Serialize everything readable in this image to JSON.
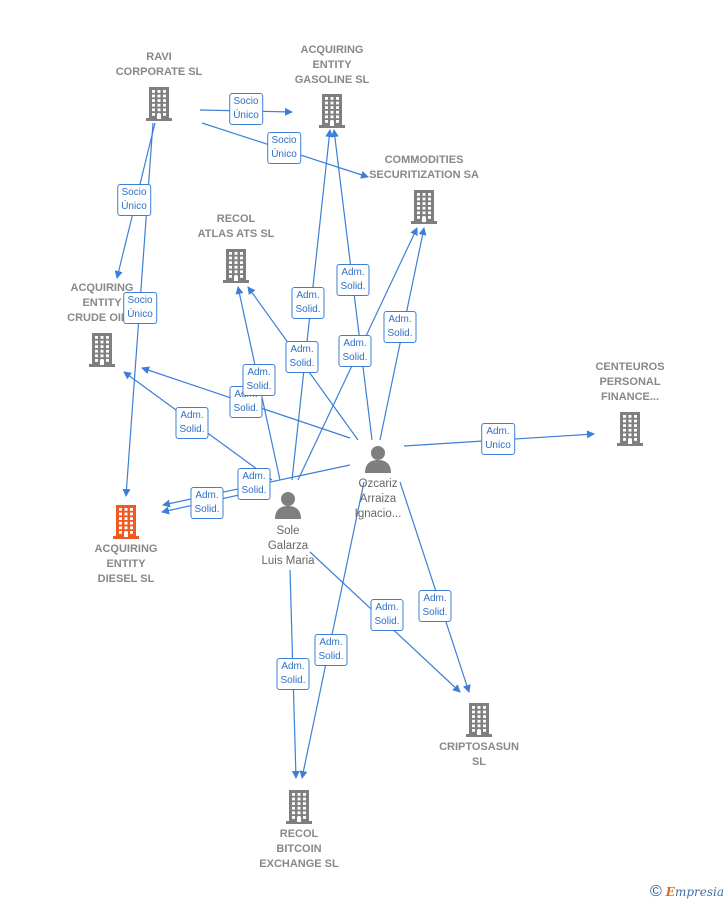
{
  "colors": {
    "edge": "#3d7fd6",
    "company": "#7f7f7f",
    "highlight": "#f05a22",
    "person": "#7f7f7f"
  },
  "nodes": [
    {
      "id": "ravi",
      "type": "company",
      "lines": [
        "RAVI",
        "CORPORATE SL"
      ]
    },
    {
      "id": "gasoline",
      "type": "company",
      "lines": [
        "ACQUIRING",
        "ENTITY",
        "GASOLINE  SL"
      ]
    },
    {
      "id": "commodities",
      "type": "company",
      "lines": [
        "COMMODITIES",
        "SECURITIZATION SA"
      ]
    },
    {
      "id": "recol_atlas",
      "type": "company",
      "lines": [
        "RECOL",
        "ATLAS ATS  SL"
      ]
    },
    {
      "id": "crude",
      "type": "company",
      "lines": [
        "ACQUIRING",
        "ENTITY",
        "CRUDE OIL..."
      ]
    },
    {
      "id": "centeuros",
      "type": "company",
      "lines": [
        "CENTEUROS",
        "PERSONAL",
        "FINANCE..."
      ]
    },
    {
      "id": "diesel",
      "type": "company-main",
      "lines": [
        "ACQUIRING",
        "ENTITY",
        "DIESEL  SL"
      ]
    },
    {
      "id": "ozcariz",
      "type": "person",
      "lines": [
        "Ozcariz",
        "Arraiza",
        "Ignacio..."
      ]
    },
    {
      "id": "sole",
      "type": "person",
      "lines": [
        "Sole",
        "Galarza",
        "Luis Maria"
      ]
    },
    {
      "id": "cripto",
      "type": "company",
      "lines": [
        "CRIPTOSASUN",
        "SL"
      ]
    },
    {
      "id": "bitcoin",
      "type": "company",
      "lines": [
        "RECOL",
        "BITCOIN",
        "EXCHANGE  SL"
      ]
    }
  ],
  "edges": [
    {
      "from": "ravi",
      "to": "gasoline",
      "label": [
        "Socio",
        "Único"
      ]
    },
    {
      "from": "ravi",
      "to": "commodities",
      "label": [
        "Socio",
        "Único"
      ]
    },
    {
      "from": "ravi",
      "to": "crude",
      "label": [
        "Socio",
        "Único"
      ]
    },
    {
      "from": "ravi",
      "to": "diesel",
      "label": [
        "Socio",
        "Único"
      ]
    },
    {
      "from": "ozcariz",
      "to": "gasoline",
      "label": [
        "Adm.",
        "Solid."
      ]
    },
    {
      "from": "ozcariz",
      "to": "commodities",
      "label": [
        "Adm.",
        "Solid."
      ]
    },
    {
      "from": "ozcariz",
      "to": "recol_atlas",
      "label": [
        "Adm.",
        "Solid."
      ]
    },
    {
      "from": "ozcariz",
      "to": "crude",
      "label": [
        "Adm.",
        "Solid."
      ]
    },
    {
      "from": "ozcariz",
      "to": "diesel",
      "label": [
        "Adm.",
        "Solid."
      ]
    },
    {
      "from": "ozcariz",
      "to": "centeuros",
      "label": [
        "Adm.",
        "Unico"
      ]
    },
    {
      "from": "ozcariz",
      "to": "cripto",
      "label": [
        "Adm.",
        "Solid."
      ]
    },
    {
      "from": "ozcariz",
      "to": "bitcoin",
      "label": [
        "Adm.",
        "Solid."
      ]
    },
    {
      "from": "sole",
      "to": "gasoline",
      "label": [
        "Adm.",
        "Solid."
      ]
    },
    {
      "from": "sole",
      "to": "commodities",
      "label": [
        "Adm.",
        "Solid."
      ]
    },
    {
      "from": "sole",
      "to": "recol_atlas",
      "label": [
        "Adm.",
        "Solid."
      ]
    },
    {
      "from": "sole",
      "to": "crude",
      "label": [
        "Adm.",
        "Solid."
      ]
    },
    {
      "from": "sole",
      "to": "diesel",
      "label": [
        "Adm.",
        "Solid."
      ]
    },
    {
      "from": "sole",
      "to": "cripto",
      "label": [
        "Adm.",
        "Solid."
      ]
    },
    {
      "from": "sole",
      "to": "bitcoin",
      "label": [
        "Adm.",
        "Solid."
      ]
    }
  ],
  "footer": {
    "copyright": "©",
    "brand_initial": "E",
    "brand_rest": "mpresia"
  }
}
